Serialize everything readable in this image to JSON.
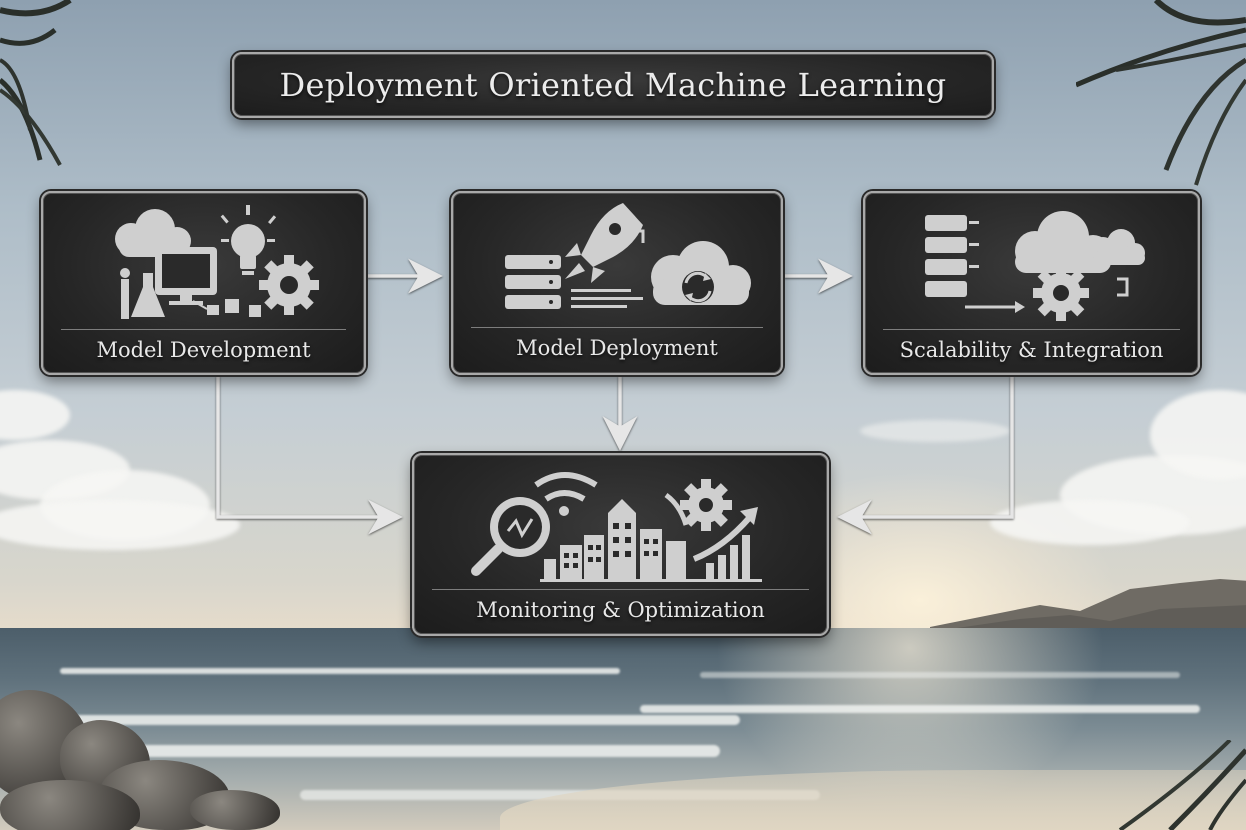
{
  "title": "Deployment Oriented Machine Learning",
  "stages": [
    {
      "label": "Model Development",
      "icon": "ml-development-icon"
    },
    {
      "label": "Model Deployment",
      "icon": "rocket-server-icon"
    },
    {
      "label": "Scalability & Integration",
      "icon": "server-cloud-gear-icon"
    },
    {
      "label": "Monitoring & Optimization",
      "icon": "analytics-city-growth-icon"
    }
  ],
  "edges": [
    {
      "from": "Model Development",
      "to": "Model Deployment"
    },
    {
      "from": "Model Deployment",
      "to": "Scalability & Integration"
    },
    {
      "from": "Model Development",
      "to": "Monitoring & Optimization"
    },
    {
      "from": "Model Deployment",
      "to": "Monitoring & Optimization"
    },
    {
      "from": "Scalability & Integration",
      "to": "Monitoring & Optimization"
    }
  ],
  "colors": {
    "box": "#262626",
    "border": "#a9a9a9",
    "text": "#ececec",
    "arrow": "#e6e6e6"
  }
}
